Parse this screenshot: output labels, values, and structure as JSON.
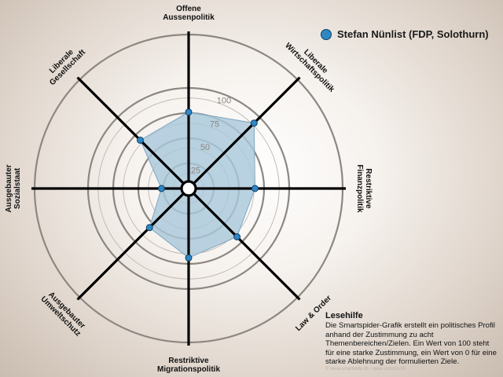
{
  "chart_data": {
    "type": "radar",
    "axes": [
      "Offene Aussenpolitik",
      "Liberale Wirtschaftspolitik",
      "Restriktive Finanzpolitik",
      "Law & Order",
      "Restriktive Migrationspolitik",
      "Ausgebauter Umweltschutz",
      "Ausgebauter Sozialstaat",
      "Liberale Gesellschaft"
    ],
    "axis_label_lines": [
      [
        "Offene",
        "Aussenpolitik"
      ],
      [
        "Liberale",
        "Wirtschaftspolitik"
      ],
      [
        "Restriktive",
        "Finanzpolitik"
      ],
      [
        "Law & Order"
      ],
      [
        "Restriktive",
        "Migrationspolitik"
      ],
      [
        "Ausgebauter",
        "Umweltschutz"
      ],
      [
        "Ausgebauter",
        "Sozialstaat"
      ],
      [
        "Liberale",
        "Gesellschaft"
      ]
    ],
    "series": [
      {
        "name": "Stefan Nünlist (FDP, Solothurn)",
        "values": [
          76,
          92,
          66,
          68,
          69,
          55,
          27,
          68
        ]
      }
    ],
    "rings": [
      25,
      50,
      75,
      100
    ],
    "ring_labels": [
      "25",
      "50",
      "75",
      "100"
    ],
    "range": [
      0,
      100
    ],
    "colors": {
      "fill": "#a9c8db",
      "stroke": "#7fa8c3",
      "marker": "#2f87c4",
      "axis": "#000000",
      "ring": "#8d8782"
    }
  },
  "legend": {
    "label": "Stefan Nünlist (FDP, Solothurn)"
  },
  "help": {
    "title": "Lesehilfe",
    "text": "Die Smartspider-Grafik erstellt ein politisches Profil anhand der Zustimmung zu acht Themenbereichen/Zielen. Ein Wert von 100 steht für eine starke Zustimmung, ein Wert von 0 für eine starke Ablehnung der formulierten Ziele."
  },
  "footer": "© www.smartvote.ch / www.sotomo.ch"
}
